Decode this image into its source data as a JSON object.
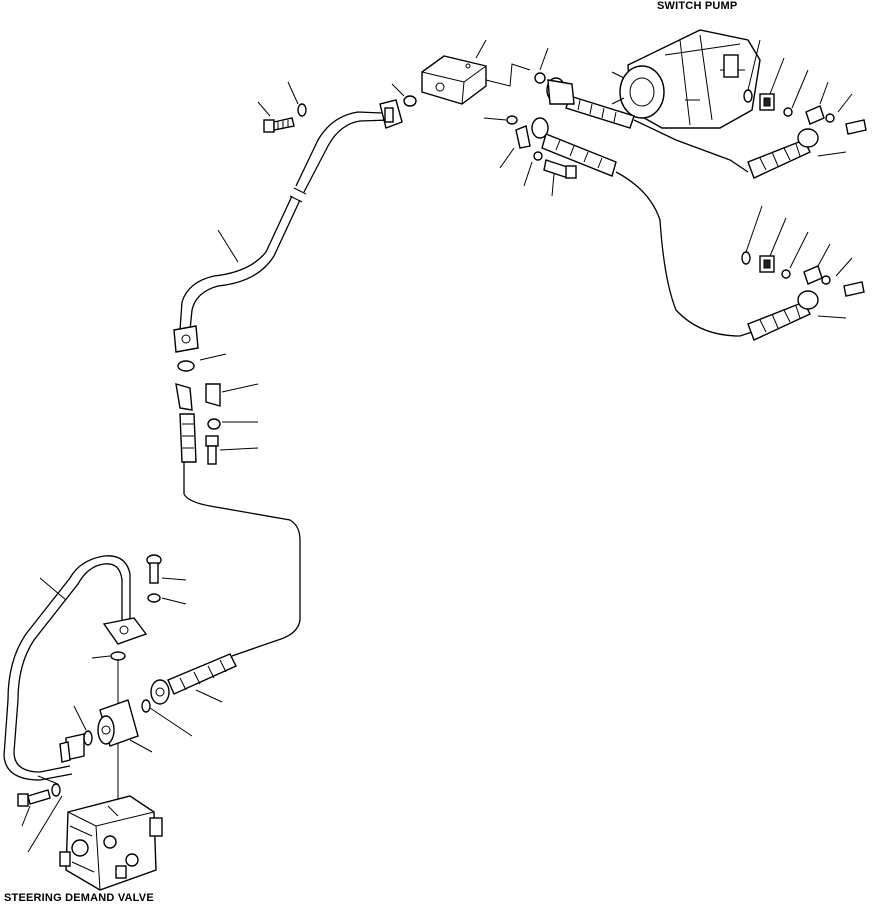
{
  "labels": {
    "switch_pump": "SWITCH PUMP",
    "steering_demand_valve": "STEERING DEMAND VALVE"
  },
  "components": [
    {
      "name": "switch-pump",
      "icon": "pump-icon"
    },
    {
      "name": "steering-demand-valve",
      "icon": "valve-block-icon"
    },
    {
      "name": "tube",
      "icon": "tube-icon"
    },
    {
      "name": "hose",
      "icon": "hose-icon"
    },
    {
      "name": "flange-clamp",
      "icon": "split-flange-icon"
    },
    {
      "name": "o-ring",
      "icon": "o-ring-icon"
    },
    {
      "name": "bolt",
      "icon": "bolt-icon"
    },
    {
      "name": "washer",
      "icon": "washer-icon"
    },
    {
      "name": "block",
      "icon": "block-icon"
    },
    {
      "name": "swivel-fitting",
      "icon": "fitting-icon"
    }
  ]
}
